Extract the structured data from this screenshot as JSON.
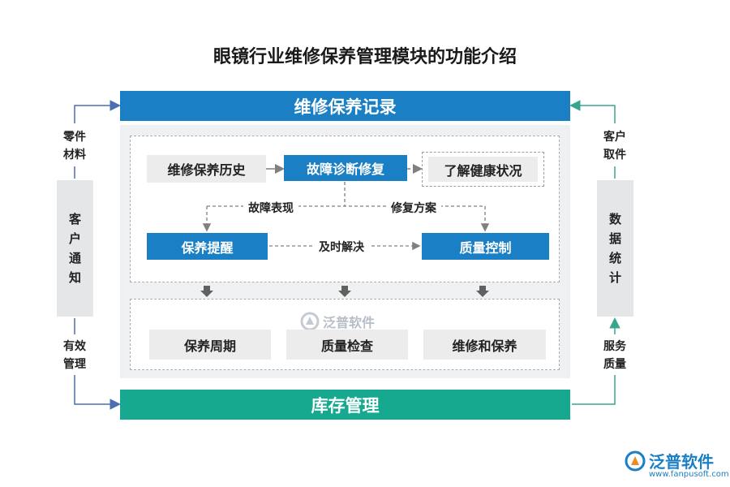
{
  "title": "眼镜行业维修保养管理模块的功能介绍",
  "top_bar": "维修保养记录",
  "bottom_bar": "库存管理",
  "left": {
    "top_label_1": "零件",
    "top_label_2": "材料",
    "box": [
      "客",
      "户",
      "通",
      "知"
    ],
    "bottom_label_1": "有效",
    "bottom_label_2": "管理"
  },
  "right": {
    "top_label_1": "客户",
    "top_label_2": "取件",
    "box": [
      "数",
      "据",
      "统",
      "计"
    ],
    "bottom_label_1": "服务",
    "bottom_label_2": "质量"
  },
  "upper": {
    "history": "维修保养历史",
    "diagnosis": "故障诊断修复",
    "health": "了解健康状况",
    "symptom_label": "故障表现",
    "plan_label": "修复方案",
    "reminder": "保养提醒",
    "timely_label": "及时解决",
    "quality_control": "质量控制"
  },
  "lower": {
    "items": [
      "保养周期",
      "质量检查",
      "维修和保养"
    ]
  },
  "watermark": "泛普软件",
  "logo": {
    "name": "泛普软件",
    "url": "www.fanpusoft.com"
  },
  "colors": {
    "blue": "#1a7fc4",
    "green": "#17a98f",
    "grey_box": "#ececec",
    "panel": "#eef0f2"
  }
}
